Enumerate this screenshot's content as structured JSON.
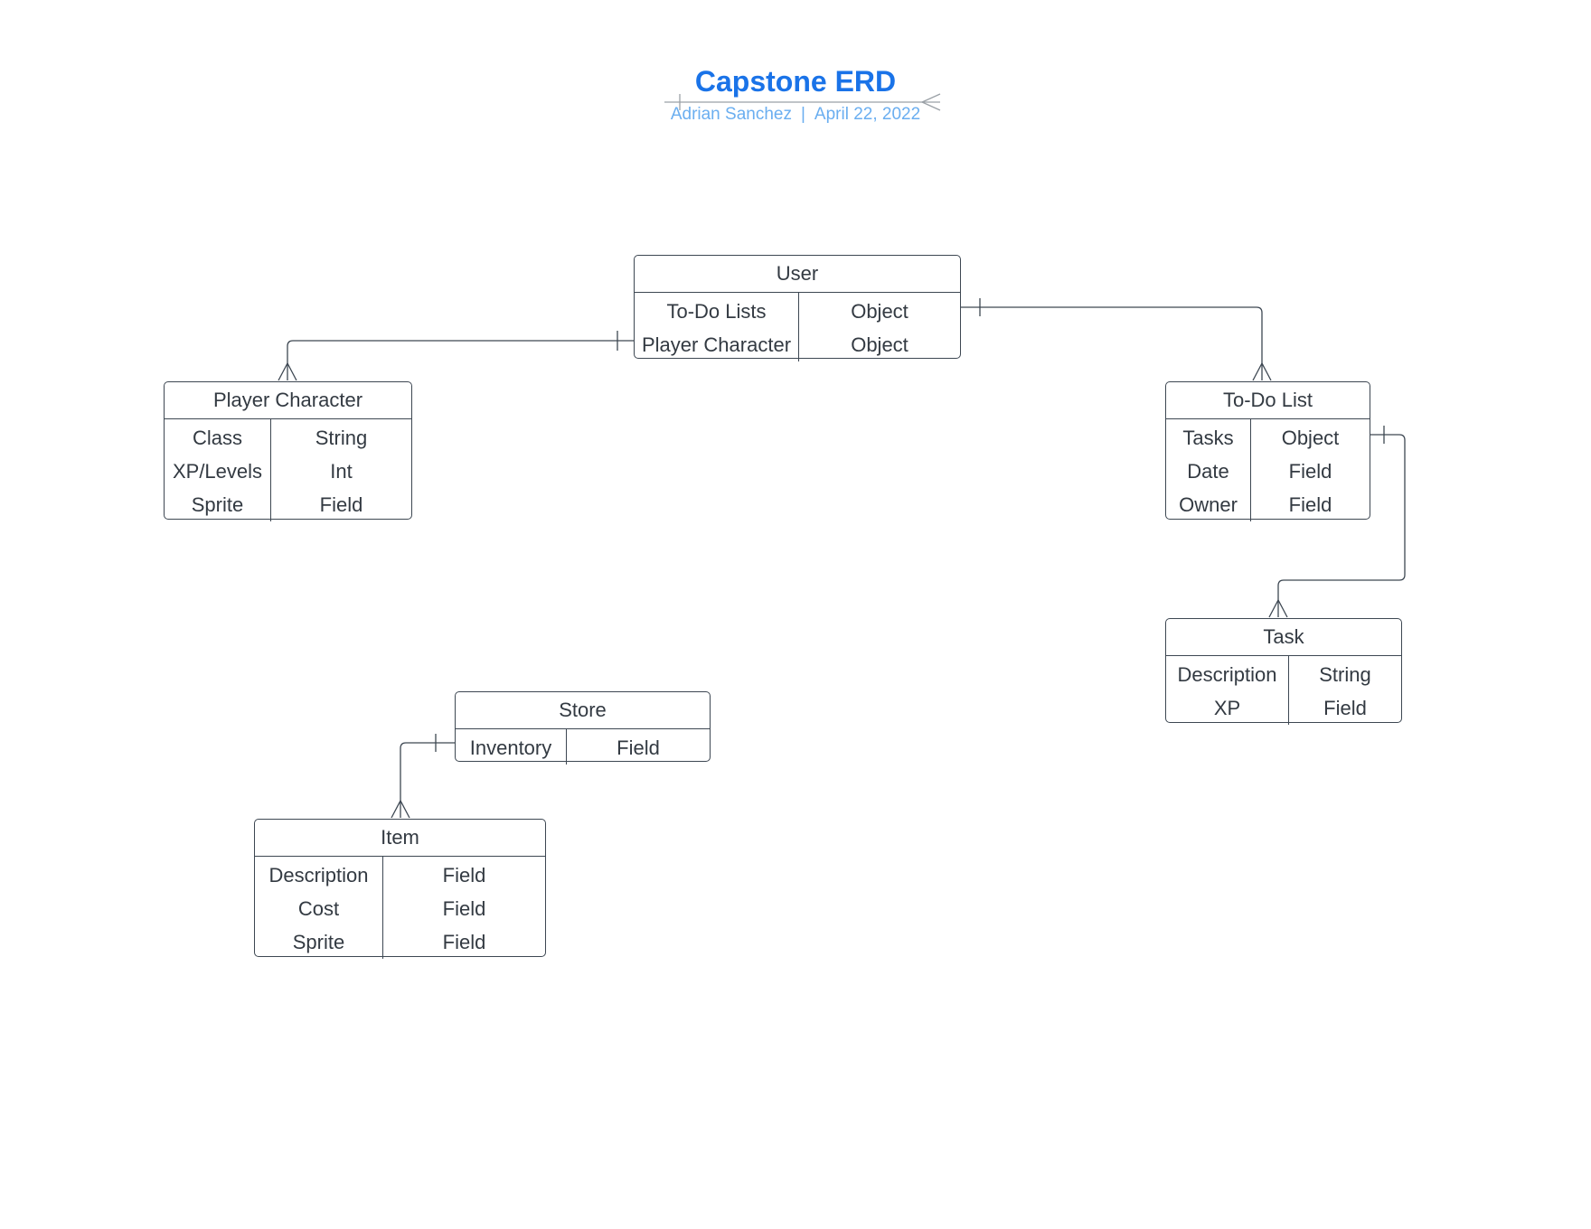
{
  "diagram": {
    "title": "Capstone ERD",
    "author": "Adrian Sanchez",
    "separator": "|",
    "date": "April 22, 2022",
    "entities": {
      "user": {
        "name": "User",
        "rows": [
          {
            "field": "To-Do Lists",
            "type": "Object"
          },
          {
            "field": "Player Character",
            "type": "Object"
          }
        ]
      },
      "player_character": {
        "name": "Player Character",
        "rows": [
          {
            "field": "Class",
            "type": "String"
          },
          {
            "field": "XP/Levels",
            "type": "Int"
          },
          {
            "field": "Sprite",
            "type": "Field"
          }
        ]
      },
      "todo_list": {
        "name": "To-Do List",
        "rows": [
          {
            "field": "Tasks",
            "type": "Object"
          },
          {
            "field": "Date",
            "type": "Field"
          },
          {
            "field": "Owner",
            "type": "Field"
          }
        ]
      },
      "task": {
        "name": "Task",
        "rows": [
          {
            "field": "Description",
            "type": "String"
          },
          {
            "field": "XP",
            "type": "Field"
          }
        ]
      },
      "store": {
        "name": "Store",
        "rows": [
          {
            "field": "Inventory",
            "type": "Field"
          }
        ]
      },
      "item": {
        "name": "Item",
        "rows": [
          {
            "field": "Description",
            "type": "Field"
          },
          {
            "field": "Cost",
            "type": "Field"
          },
          {
            "field": "Sprite",
            "type": "Field"
          }
        ]
      }
    },
    "relationships": [
      {
        "from": "User",
        "to": "Player Character",
        "from_end": "one",
        "to_end": "many"
      },
      {
        "from": "User",
        "to": "To-Do List",
        "from_end": "one",
        "to_end": "many"
      },
      {
        "from": "To-Do List",
        "to": "Task",
        "from_end": "one",
        "to_end": "many"
      },
      {
        "from": "Store",
        "to": "Item",
        "from_end": "one",
        "to_end": "many"
      }
    ],
    "colors": {
      "title": "#1a73e8",
      "subtitle": "#6aaef0",
      "lines": "#3d4752"
    }
  }
}
